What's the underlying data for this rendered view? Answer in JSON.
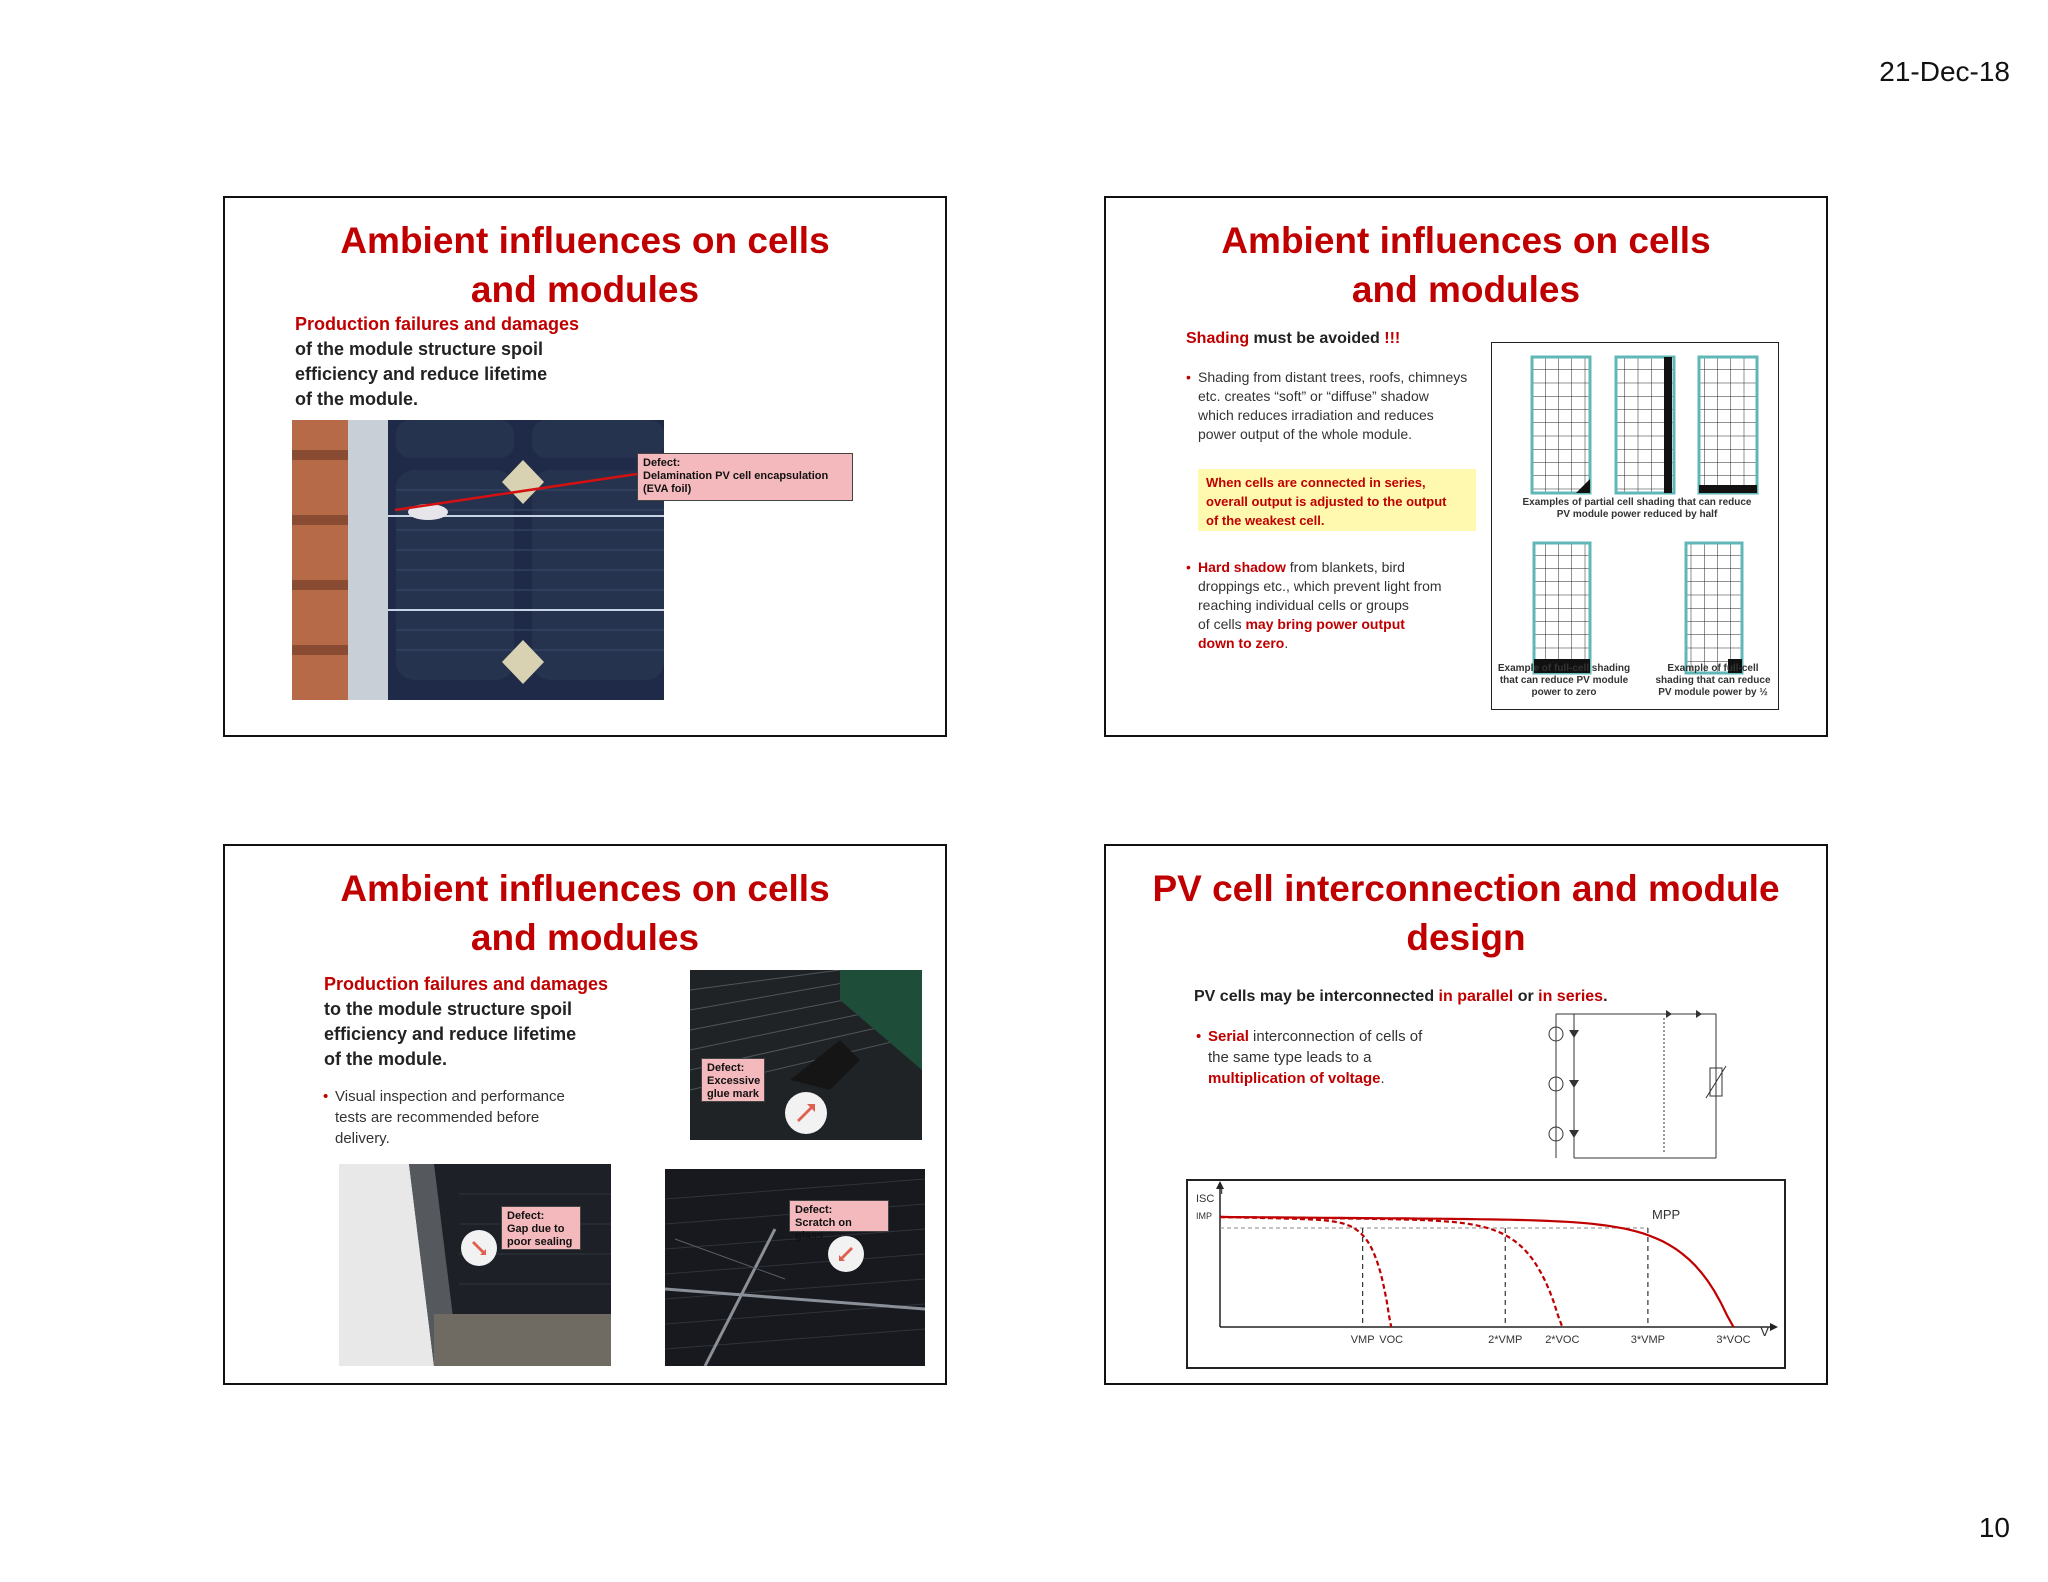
{
  "header": {
    "date": "21-Dec-18"
  },
  "footer": {
    "page_number": "10"
  },
  "slides": {
    "s1": {
      "title": "Ambient influences on cells and modules",
      "intro_red": "Production failures and damages",
      "intro_line1": "of the module structure spoil",
      "intro_line2": "efficiency and reduce lifetime",
      "intro_line3": "of the module.",
      "callout_line1": "Defect:",
      "callout_line2": "Delamination PV cell encapsulation",
      "callout_line3": "(EVA foil)"
    },
    "s2": {
      "title": "Ambient influences on cells and modules",
      "shading_word": "Shading",
      "shading_rest": " must be avoided ",
      "shading_excl": "!!!",
      "bullet1_l1": "Shading from distant trees, roofs, chimneys",
      "bullet1_l2": "etc. creates “soft” or “diffuse” shadow",
      "bullet1_l3": "which reduces irradiation and reduces",
      "bullet1_l4": "power output of the whole module.",
      "note_l1": "When cells are connected in series,",
      "note_l2": "overall output is adjusted to the output",
      "note_l3": "of the weakest cell.",
      "bullet2_red": "Hard shadow",
      "bullet2_l1": " from blankets, bird",
      "bullet2_l2": "droppings etc., which prevent light from",
      "bullet2_l3": "reaching individual cells or groups",
      "bullet2_l4a": "of cells ",
      "bullet2_l4b": "may bring power output",
      "bullet2_l5": "down to zero",
      "bullet2_end": ".",
      "cap_top_l1": "Examples of partial cell shading that can reduce",
      "cap_top_l2": "PV module power reduced by half",
      "cap_bl_l1": "Example of full-cell shading",
      "cap_bl_l2": "that can reduce PV module",
      "cap_bl_l3": "power to zero",
      "cap_br_l1": "Example of full-cell",
      "cap_br_l2": "shading that can reduce",
      "cap_br_l3": "PV module power by ½"
    },
    "s3": {
      "title": "Ambient influences on cells and modules",
      "intro_red": "Production failures and damages",
      "intro_line1": "to the module structure spoil",
      "intro_line2": "efficiency and reduce lifetime",
      "intro_line3": "of the module.",
      "bullet_l1": "Visual inspection and performance",
      "bullet_l2": "tests are recommended before",
      "bullet_l3": "delivery.",
      "callout_glue_l1": "Defect:",
      "callout_glue_l2": "Excessive",
      "callout_glue_l3": "glue mark",
      "callout_gap_l1": "Defect:",
      "callout_gap_l2": "Gap due to",
      "callout_gap_l3": "poor sealing",
      "callout_scratch_l1": "Defect:",
      "callout_scratch_l2": "Scratch on glass"
    },
    "s4": {
      "title": "PV cell interconnection and module design",
      "intro_a": "PV cells may be interconnected ",
      "intro_b": "in parallel",
      "intro_c": " or ",
      "intro_d": "in series",
      "intro_e": ".",
      "bullet_red": "Serial",
      "bullet_l1": " interconnection of cells of",
      "bullet_l2": "the same type leads to a",
      "bullet_l3": "multiplication of voltage",
      "bullet_end": "."
    }
  },
  "iv_chart": {
    "chart_data": {
      "type": "line",
      "title": "",
      "xlabel": "V",
      "ylabel": "I",
      "y_tick_labels": [
        "ISC",
        "IMP"
      ],
      "x_tick_labels": [
        "VMP",
        "VOC",
        "2*VMP",
        "2*VOC",
        "3*VMP",
        "3*VOC"
      ],
      "annotation": "MPP",
      "x_ticks_data": [
        1.0,
        1.2,
        2.0,
        2.4,
        3.0,
        3.6
      ],
      "isc": 1.0,
      "imp": 0.9,
      "series": [
        {
          "style": "solid",
          "voc": 3.6,
          "vmp": 3.0
        },
        {
          "style": "dashed",
          "voc": 1.2,
          "vmp": 1.0
        },
        {
          "style": "dashed",
          "voc": 2.4,
          "vmp": 2.0
        }
      ],
      "xlim": [
        0,
        3.8
      ],
      "ylim": [
        0,
        1.2
      ]
    }
  },
  "colors": {
    "accent_red": "#c00000",
    "callout_pink": "#f4b9bd",
    "note_yellow": "#fff9b0",
    "grid_teal": "#5fb7b7"
  }
}
